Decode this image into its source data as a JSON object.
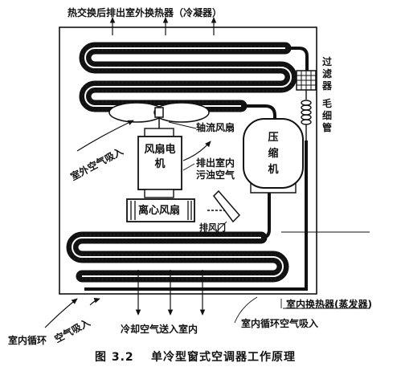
{
  "labels": {
    "condenser": "热交换后排出室外换热器（冷凝器）",
    "filter": "过滤器",
    "capillary": "毛细管",
    "outdoor_air_in": "室外空气吸入",
    "axial_fan": "轴流风扇",
    "fan_motor": "风扇电机",
    "exhaust_indoor_air": "排出室内污浊空气",
    "compressor": "压缩机",
    "centrifugal_fan": "离心风扇",
    "damper": "排风门",
    "indoor_exchanger": "室内换热器(蒸发器)",
    "indoor_circulation_air_in": "室内循环空气吸入",
    "air_in": "空气吸入",
    "indoor_circulation": "室内循环",
    "cool_air_out": "冷却空气送入室内"
  },
  "caption": {
    "number": "图 3.2",
    "title": "单冷型窗式空调器工作原理"
  }
}
